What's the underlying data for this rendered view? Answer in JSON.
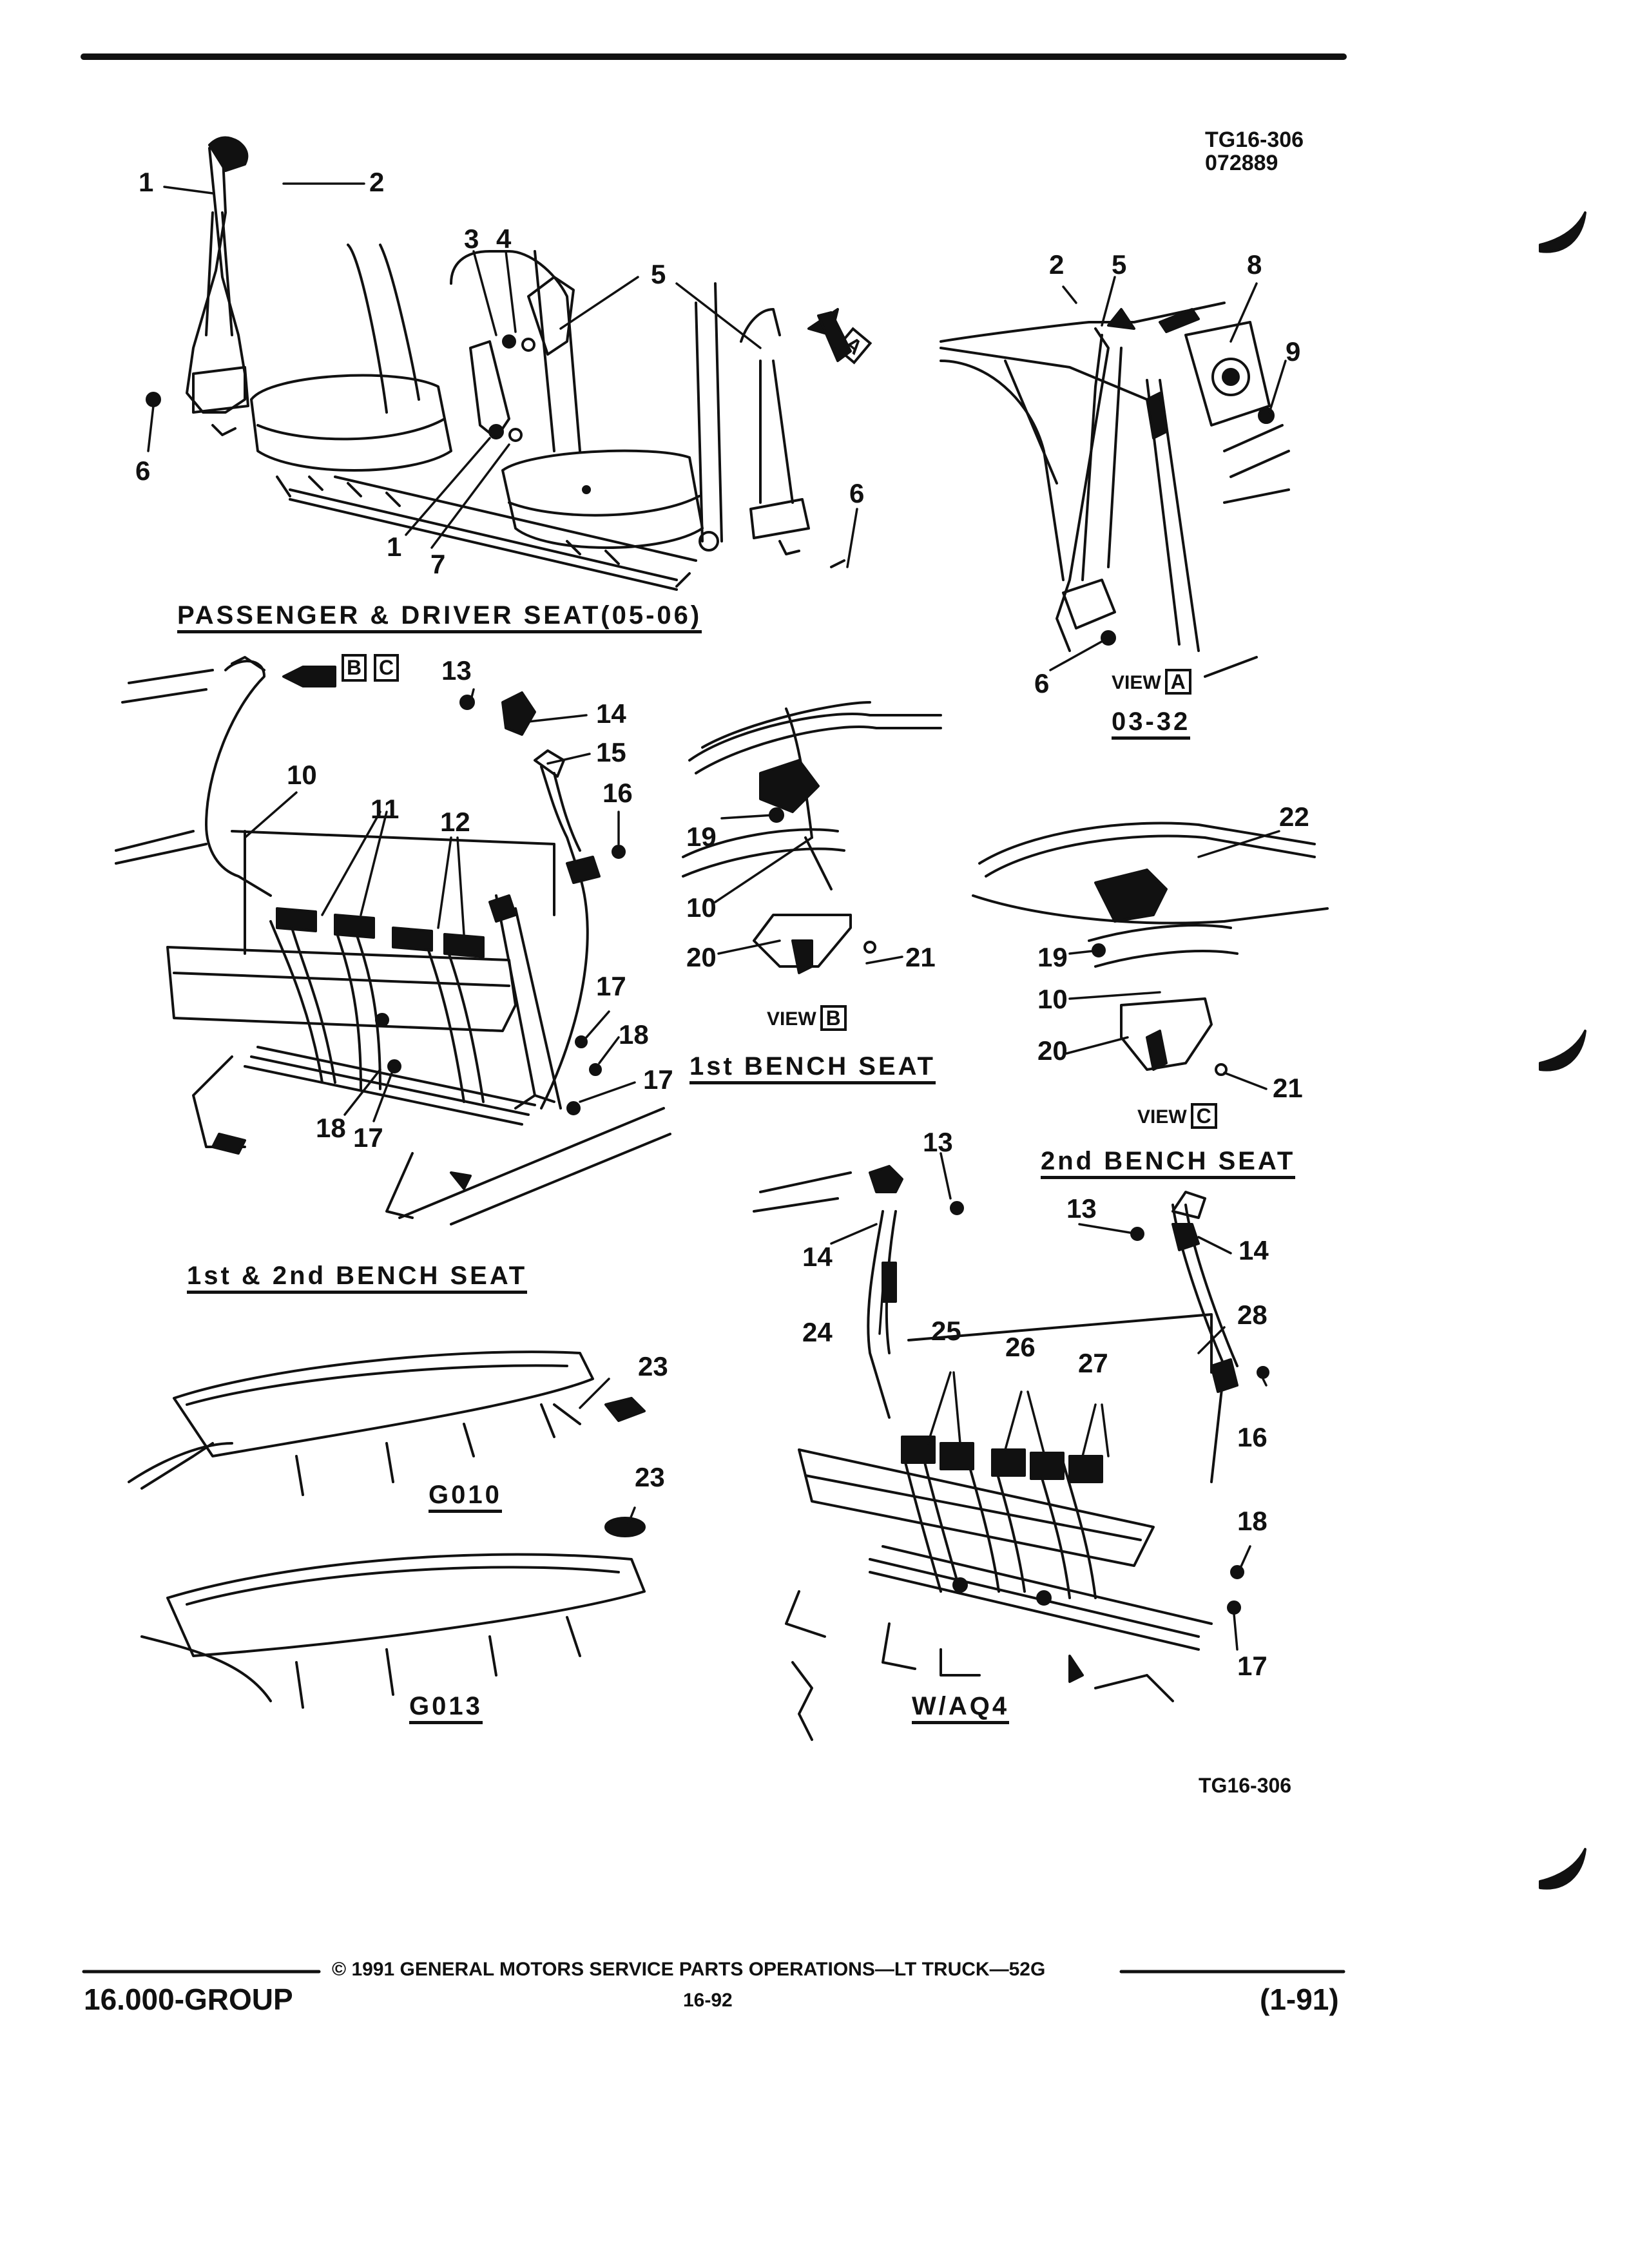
{
  "header": {
    "ref_code": "TG16-306",
    "ref_date": "072889"
  },
  "captions": {
    "passenger_driver": "PASSENGER & DRIVER SEAT(05-06)",
    "first_second_bench": "1st & 2nd BENCH SEAT",
    "first_bench": "1st BENCH SEAT",
    "second_bench": "2nd BENCH SEAT",
    "view_a_code": "03-32",
    "g010": "G010",
    "g013": "G013",
    "waq4": "W/AQ4"
  },
  "views": {
    "word": "VIEW",
    "a": "A",
    "b": "B",
    "c": "C"
  },
  "callouts": {
    "c1": "1",
    "c2": "2",
    "c3": "3",
    "c4": "4",
    "c5": "5",
    "c6": "6",
    "c7": "7",
    "c8": "8",
    "c9": "9",
    "c10": "10",
    "c11": "11",
    "c12": "12",
    "c13": "13",
    "c14": "14",
    "c15": "15",
    "c16": "16",
    "c17": "17",
    "c18": "18",
    "c19": "19",
    "c20": "20",
    "c21": "21",
    "c22": "22",
    "c23": "23",
    "c24": "24",
    "c25": "25",
    "c26": "26",
    "c27": "27",
    "c28": "28"
  },
  "figure_code": "TG16-306",
  "footer": {
    "copyright": "© 1991 GENERAL MOTORS SERVICE PARTS OPERATIONS—LT TRUCK—52G",
    "group": "16.000-GROUP",
    "page_number": "16-92",
    "edition": "(1-91)"
  }
}
